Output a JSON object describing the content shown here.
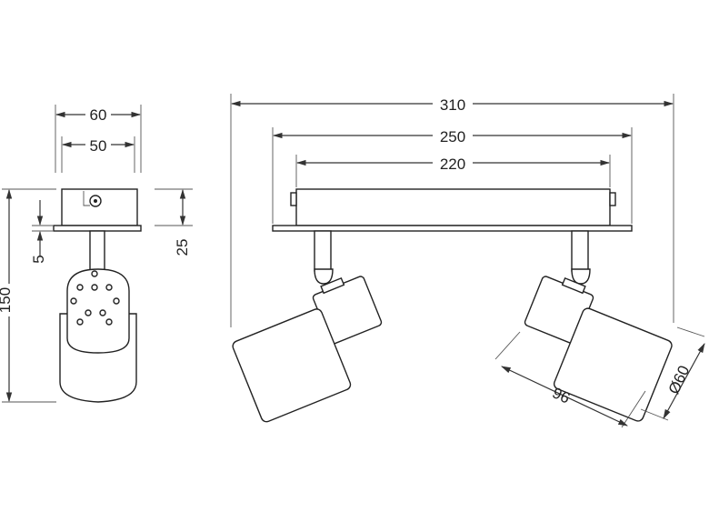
{
  "drawing": {
    "dimensions": {
      "side_width_outer": "60",
      "side_width_inner": "50",
      "side_plate_thickness": "5",
      "side_total_height": "150",
      "side_base_height": "25",
      "front_total_length": "310",
      "front_plate_length": "250",
      "front_base_length": "220",
      "spot_length": "96",
      "spot_diameter": "Ø60"
    },
    "colors": {
      "line": "#333333",
      "background": "#ffffff"
    }
  }
}
